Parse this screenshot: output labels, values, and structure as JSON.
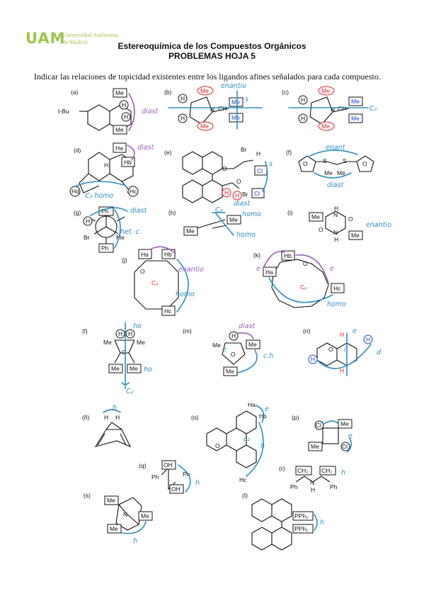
{
  "header": {
    "logo_mark": "UAM",
    "logo_line1": "Universidad Autónoma",
    "logo_line2": "de Madrid",
    "title_line1": "Estereoquímica de los Compuestos Orgánicos",
    "title_line2": "PROBLEMAS HOJA 5",
    "instruction": "Indicar las relaciones de topicidad existentes entre los ligandos afines señalados para cada compuesto."
  },
  "colors": {
    "ink": "#111111",
    "annotation_blue": "#2f8fc4",
    "annotation_purple": "#9b5fb5",
    "red_text": "#e02020",
    "logo_green": "#9ec54a",
    "highlight_blue_text": "#1a3fd6"
  },
  "problems": {
    "a": {
      "label": "(a)",
      "me_top": "Me",
      "me_bottom": "Me",
      "h1": "H",
      "h2": "H",
      "tbu": "t-Bu",
      "note": "diast"
    },
    "b": {
      "label": "(b)",
      "me_top": "Me",
      "h1": "H",
      "h2": "H",
      "n": "N",
      "ch": "CH",
      "me_right_top": "Me",
      "me_right_bottom": "Me",
      "me_bottom": "Me",
      "note_top": "enantio",
      "note_s": "s"
    },
    "c": {
      "label": "(c)",
      "me_top": "Me",
      "h1": "H",
      "h2": "H",
      "n": "N",
      "ch": "CH",
      "me_right_top": "Me",
      "me_right_bottom": "Me",
      "me_bottom": "Me",
      "note": "C₂"
    },
    "d": {
      "label": "(d)",
      "ha": "Ha",
      "hb": "Hb",
      "h": "H",
      "hd": "Hd",
      "hc": "Hc",
      "note_top": "diast",
      "note_bottom": "C₃ homo"
    },
    "e": {
      "label": "(e)",
      "br1": "Br",
      "h1": "H",
      "cl1": "Cl",
      "o1": "O",
      "o2": "O",
      "h2": "H",
      "h3": "H",
      "br2": "Br",
      "cl2": "Cl",
      "note_s": "s",
      "note": "diast"
    },
    "f": {
      "label": "(f)",
      "o1": "O",
      "s1": "S",
      "s2": "S",
      "o2": "O",
      "me1": "Me",
      "me2": "Me",
      "note_top": "enant",
      "note_bottom": "diast"
    },
    "g": {
      "label": "(g)",
      "ph_top": "Ph",
      "h": "H",
      "me": "Me",
      "br": "Br",
      "ph_bottom": "Ph",
      "note_top": "diast",
      "note_bottom": "het. c."
    },
    "h": {
      "label": "(h)",
      "me1": "Me",
      "me2": "Me",
      "note1": "homo",
      "note2": "homo",
      "note_c": "C₂"
    },
    "i": {
      "label": "(i)",
      "me1": "Me",
      "me2": "Me",
      "h1": "H",
      "n1": "N",
      "o1": "O",
      "o2": "O",
      "n2": "N",
      "h2": "H",
      "note": "enantio"
    },
    "j": {
      "label": "(j)",
      "ha": "Ha",
      "hb": "Hb",
      "hc": "Hc",
      "c4": "C₄",
      "o": "O",
      "note_top": "enantio",
      "note_bottom": "homo"
    },
    "k": {
      "label": "(k)",
      "hb": "Hb",
      "ha": "Ha",
      "hc": "Hc",
      "c6": "C₆",
      "o": "O",
      "note_e1": "e",
      "note_e2": "e",
      "note_bottom": "homo"
    },
    "l": {
      "label": "(l)",
      "h1": "H",
      "h2": "H",
      "me_left": "Me",
      "me_right": "Me",
      "o": "O",
      "me_box1": "Me",
      "me_box2": "Me",
      "note_top": "ho",
      "note_bottom": "ho",
      "note_c": "C₂"
    },
    "m": {
      "label": "(m)",
      "me_left": "Me",
      "h": "H",
      "me_box": "Me",
      "me_bottom": "Me",
      "o": "O",
      "note_top": "diast",
      "note_right": "c.h",
      "note_e": "e"
    },
    "n": {
      "label": "(n)",
      "h_top": "H",
      "h_bottom": "H",
      "h_left": "H",
      "h_right": "H",
      "o": "O",
      "note_e": "e",
      "note_d": "d",
      "note_i": "i"
    },
    "ñ": {
      "label": "(ñ)",
      "h1": "H",
      "h2": "H",
      "note": "h"
    },
    "o": {
      "label": "(o)",
      "ha": "Ha",
      "hb": "Hb",
      "hc": "Hc",
      "o": "O",
      "note_e": "e",
      "note_h": "h",
      "note_c": "c₂"
    },
    "p": {
      "label": "(p)",
      "cl1": "Cl",
      "me1": "Me",
      "me2": "Me",
      "cl2": "Cl",
      "note": "e"
    },
    "q": {
      "label": "(q)",
      "oh1": "OH",
      "ph1": "Ph",
      "ph2": "Ph",
      "oh2": "OH",
      "note": "h"
    },
    "r": {
      "label": "(r)",
      "ch3a": "CH₃",
      "ch3b": "CH₃",
      "n": "N",
      "h": "H",
      "ph1": "Ph",
      "ph2": "Ph",
      "note": "h"
    },
    "s": {
      "label": "(s)",
      "me1": "Me",
      "n": "N",
      "me2": "Me",
      "me3": "Me",
      "note": "h"
    },
    "t": {
      "label": "(t)",
      "pph2a": "PPh₂",
      "pph2b": "PPh₂",
      "note": "h"
    }
  }
}
